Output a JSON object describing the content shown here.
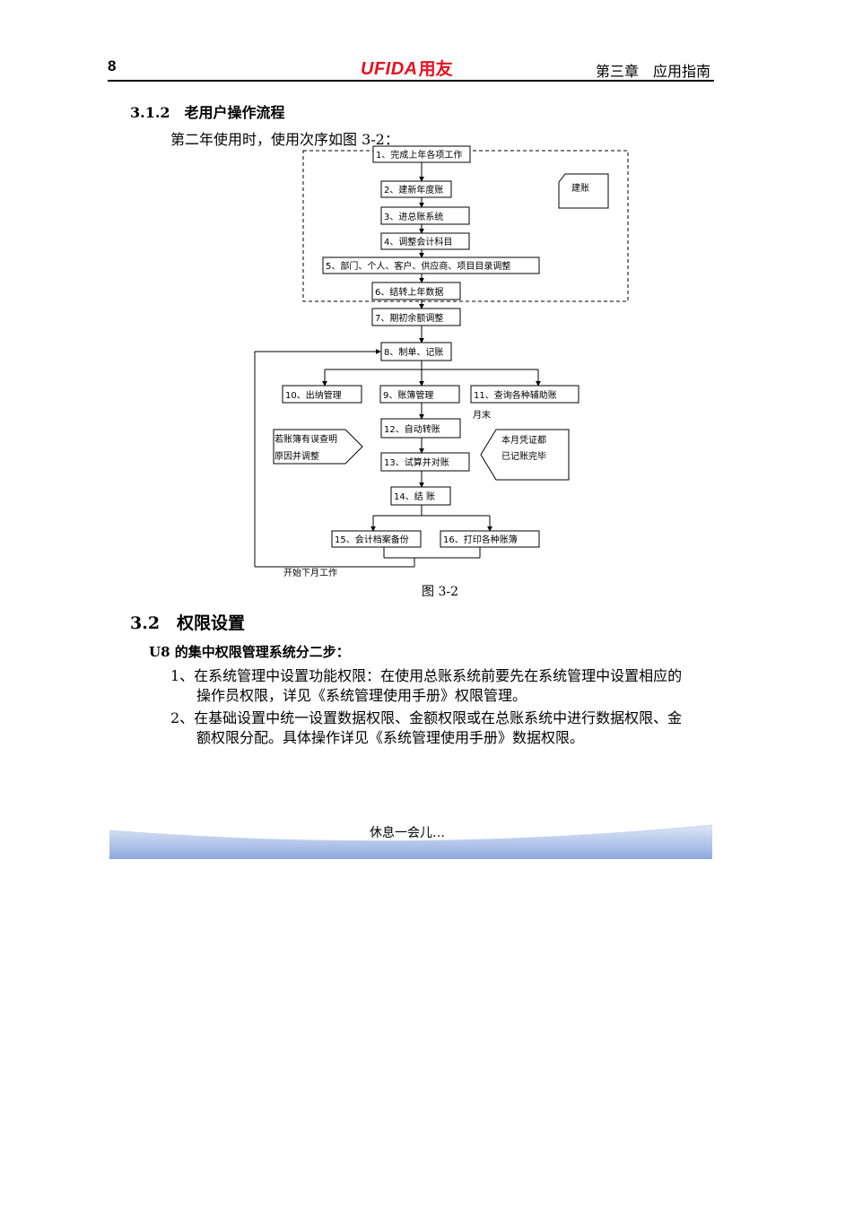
{
  "header": {
    "page_number": "8",
    "logo_brand": "UFIDA",
    "logo_cn": "用友",
    "chapter": "第三章　应用指南"
  },
  "section_312": {
    "title": "3.1.2　老用户操作流程",
    "intro": "第二年使用时，使用次序如图 3-2："
  },
  "flowchart": {
    "steps": {
      "s1": "1、完成上年各项工作",
      "s2": "2、建新年度账",
      "s3": "3、进总账系统",
      "s4": "4、调整会计科目",
      "s5": "5、部门、个人、客户、供应商、项目目录调整",
      "s6": "6、结转上年数据",
      "s7": "7、期初余额调整",
      "s8": "8、制单、记账",
      "s9": "9、账簿管理",
      "s10": "10、出纳管理",
      "s11": "11、查询各种辅助账",
      "s12": "12、自动转账",
      "s13": "13、试算并对账",
      "s14": "14、结 账",
      "s15": "15、会计档案备份",
      "s16": "16、打印各种账簿"
    },
    "note_jianzhang": "建账",
    "note_month_end": "月末",
    "note_left_line1": "若账簿有误查明",
    "note_left_line2": "原因并调整",
    "note_right_line1": "本月凭证都",
    "note_right_line2": "已记账完毕",
    "note_next_month": "开始下月工作",
    "caption": "图 3-2"
  },
  "section_32": {
    "title": "3.2　权限设置",
    "subhead": "U8 的集中权限管理系统分二步：",
    "item1_line1": "1、在系统管理中设置功能权限：在使用总账系统前要先在系统管理中设置相应的",
    "item1_line2": "操作员权限，详见《系统管理使用手册》权限管理。",
    "item2_line1": "2、在基础设置中统一设置数据权限、金额权限或在总账系统中进行数据权限、金",
    "item2_line2": "额权限分配。具体操作详见《系统管理使用手册》数据权限。"
  },
  "footer": {
    "text": "休息一会儿…"
  },
  "colors": {
    "brand_red": "#e8101e",
    "banner_blue": "#9fb8e6"
  }
}
